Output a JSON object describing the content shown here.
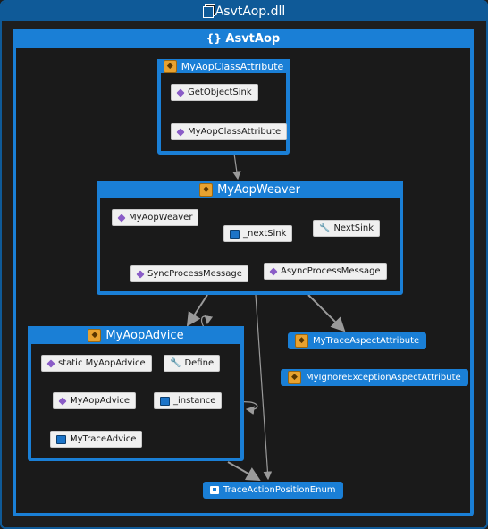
{
  "assembly": {
    "title": "AsvtAop.dll"
  },
  "namespace": {
    "title": "AsvtAop"
  },
  "classes": {
    "class_attribute": {
      "title": "MyAopClassAttribute",
      "members": [
        "GetObjectSink",
        "MyAopClassAttribute"
      ]
    },
    "weaver": {
      "title": "MyAopWeaver",
      "members": [
        "MyAopWeaver",
        "_nextSink",
        "NextSink",
        "SyncProcessMessage",
        "AsyncProcessMessage"
      ]
    },
    "advice": {
      "title": "MyAopAdvice",
      "members": [
        "static MyAopAdvice",
        "Define",
        "MyAopAdvice",
        "_instance",
        "MyTraceAdvice"
      ]
    }
  },
  "external_nodes": [
    "MyTraceAspectAttribute",
    "MyIgnoreExceptionAspectAttribute",
    "TraceActionPositionEnum"
  ],
  "colors": {
    "frame": "#0f5a98",
    "container": "#1a7fd6",
    "background": "#1e1e1e",
    "member": "#f0f0f0"
  }
}
